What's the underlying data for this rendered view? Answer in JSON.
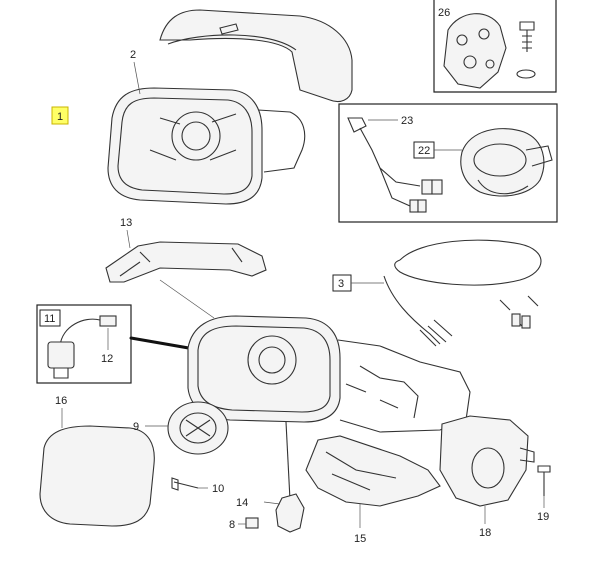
{
  "diagram": {
    "highlighted_label": "1",
    "labels": {
      "l1": "1",
      "l2": "2",
      "l3": "3",
      "l8": "8",
      "l9": "9",
      "l10": "10",
      "l11": "11",
      "l12": "12",
      "l13": "13",
      "l14": "14",
      "l15": "15",
      "l16": "16",
      "l18": "18",
      "l19": "19",
      "l22": "22",
      "l23": "23",
      "l26": "26"
    },
    "colors": {
      "highlight": "#ffff66",
      "line": "#333333",
      "cable": "#111111"
    }
  }
}
